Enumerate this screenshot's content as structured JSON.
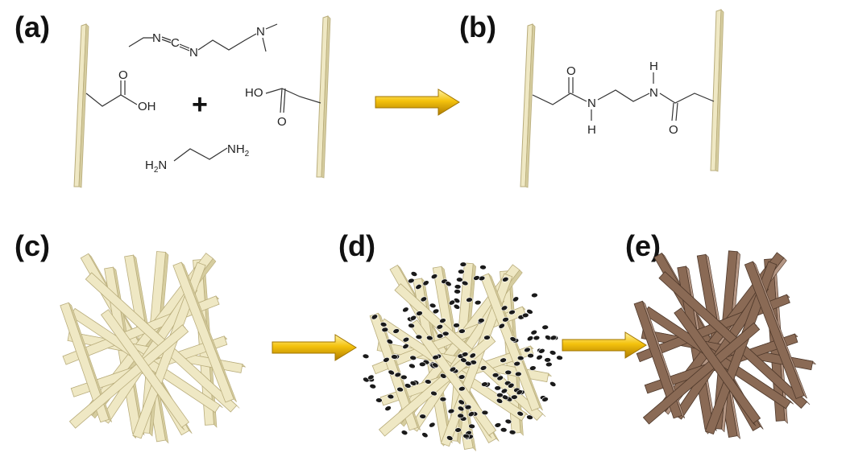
{
  "panels": {
    "a": {
      "label": "(a)"
    },
    "b": {
      "label": "(b)"
    },
    "c": {
      "label": "(c)"
    },
    "d": {
      "label": "(d)"
    },
    "e": {
      "label": "(e)"
    }
  },
  "reaction": {
    "plus_sign": "+",
    "edc_atoms": {
      "n1": "N",
      "c": "C",
      "n2": "N",
      "n3": "N"
    },
    "acid_left": {
      "o": "O",
      "oh": "OH"
    },
    "acid_right": {
      "ho": "HO",
      "o": "O"
    },
    "diamine": {
      "h2n": "H",
      "h2n_sub": "2",
      "h2n_n": "N",
      "nh2": "NH",
      "nh2_sub": "2"
    },
    "product": {
      "o1": "O",
      "n1": "N",
      "h1": "H",
      "n2": "N",
      "h2": "H",
      "o2": "O"
    }
  },
  "colors": {
    "fiber_fill": "#efe8c4",
    "fiber_edge": "#b9ad7c",
    "fiber_shadow": "#d6cd9f",
    "coated_fill": "#8a6a55",
    "coated_edge": "#4f392b",
    "coated_highlight": "#b49684",
    "particle": "#1a1a1a",
    "arrow_light": "#fff3a0",
    "arrow_mid": "#f4c20d",
    "arrow_dark": "#b07d00"
  },
  "icons": {
    "process_arrow": "right-arrow-icon",
    "nanoparticle": "nanoparticle-icon"
  }
}
